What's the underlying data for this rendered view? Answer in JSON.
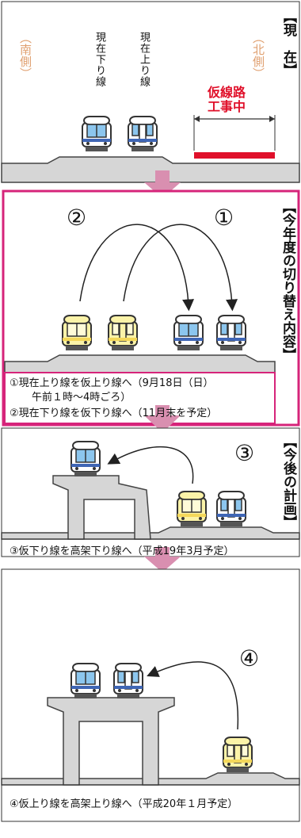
{
  "panels": {
    "current": {
      "heading": "【現　在】",
      "south": "（南側）",
      "north": "（北側）",
      "track_down": "現在下り線",
      "track_up": "現在上り線",
      "construction": "仮線路\n工事中"
    },
    "this_year": {
      "heading": "【今年度の切り替え内容】",
      "step1": "①",
      "step2": "②",
      "note_line1": "①現在上り線を仮上り線へ（9月18日（日）",
      "note_line2": "午前１時〜4時ごろ）",
      "note_line3": "②現在下り線を仮下り線へ（11月末を予定）"
    },
    "future": {
      "heading": "【今後の計画】",
      "step3": "③",
      "note": "③仮下り線を高架下り線へ（平成19年3月予定）"
    },
    "final": {
      "step4": "④",
      "note": "④仮上り線を高架上り線へ（平成20年１月予定）"
    }
  },
  "colors": {
    "accent_magenta": "#d6247a",
    "arrow_pink": "#d98fb0",
    "south_north_orange": "#e0a070",
    "red_text": "#e0102a",
    "viaduct_gray": "#d6d6d6",
    "train_blue": "#8cc6ee",
    "train_yellow": "#fbf3a8"
  }
}
